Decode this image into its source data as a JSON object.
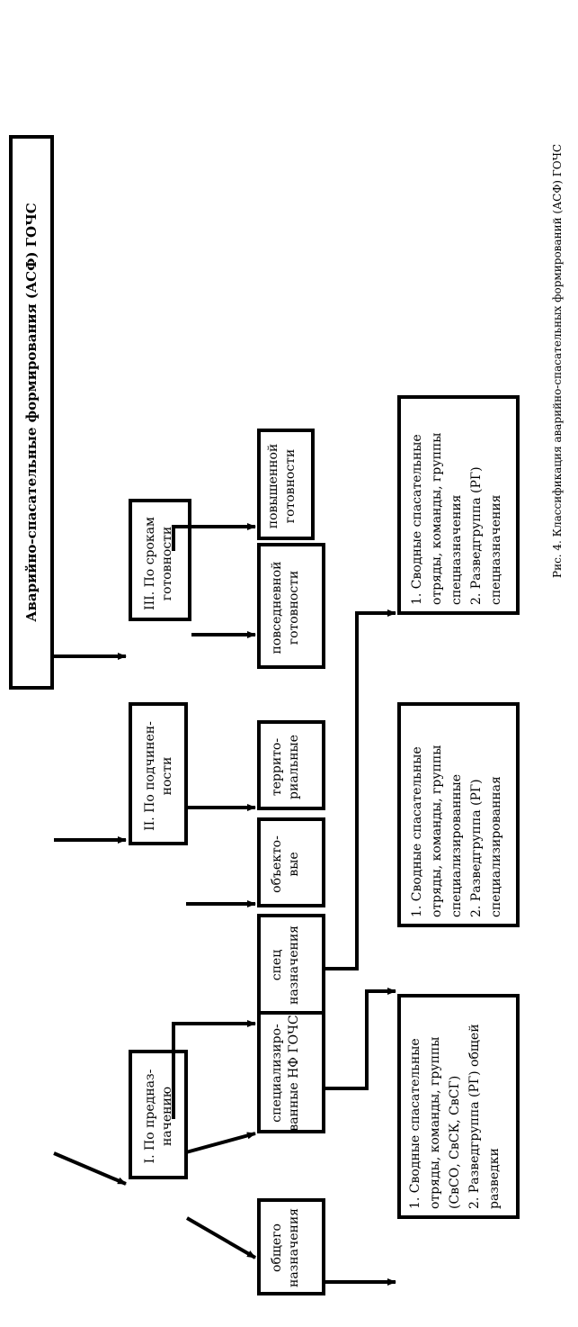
{
  "title": "Аварийно-спасательные формирования (АСФ) ГОЧС",
  "caption": "Рис. 4. Классификация аварийно-спасательных формирований (АСФ) ГОЧС",
  "categories": {
    "by_purpose": [
      "I. По предназ-",
      "начению"
    ],
    "by_subordination": [
      "II. По подчинен-",
      "ности"
    ],
    "by_readiness": [
      "III. По срокам",
      "готовности"
    ]
  },
  "purpose_types": {
    "general": [
      "общего",
      "назначения"
    ],
    "specialized": [
      "специализиро-",
      "ванные НФ ГОЧС"
    ],
    "special": [
      "спец",
      "назначения"
    ]
  },
  "subordination_types": {
    "object": [
      "объекто-",
      "вые"
    ],
    "territorial": [
      "террито-",
      "риальные"
    ]
  },
  "readiness_types": {
    "daily": [
      "повседневной",
      "готовности"
    ],
    "high": [
      "повышенной",
      "готовности"
    ]
  },
  "detail_boxes": {
    "general": [
      "1. Сводные спасательные",
      "отряды, команды, группы",
      "(СвСО, СвСК, СвСГ)",
      "2. Разведгруппа (РГ) общей",
      "разведки"
    ],
    "specialized": [
      "1. Сводные спасательные",
      "отряды, команды, группы",
      "специализированные",
      "2. Разведгруппа (РГ)",
      "специализированная"
    ],
    "special": [
      "1. Сводные спасательные",
      "отряды, команды, группы",
      "спецназначения",
      "2. Разведгруппа (РГ)",
      "спецназначения"
    ]
  }
}
